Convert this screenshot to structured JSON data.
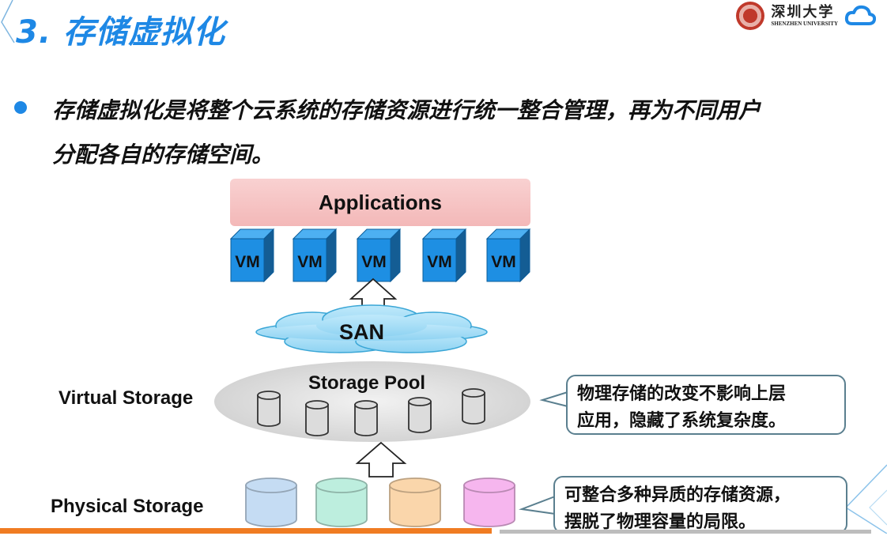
{
  "title": "3. 存储虚拟化",
  "header": {
    "university_cn": "深圳大学",
    "university_en": "SHENZHEN UNIVERSITY"
  },
  "bullet": {
    "line1": "存储虚拟化是将整个云系统的存储资源进行统一整合管理，再为不同用户",
    "line2": "分配各自的存储空间。"
  },
  "diagram": {
    "applications": "Applications",
    "vms": [
      "VM",
      "VM",
      "VM",
      "VM",
      "VM"
    ],
    "san": "SAN",
    "storage_pool": "Storage Pool",
    "virtual_storage": "Virtual Storage",
    "physical_storage": "Physical Storage",
    "physical_colors": [
      "#c5dcf3",
      "#bdeede",
      "#fad6ab",
      "#f6b6ee"
    ],
    "vm_color": "#1e8fe3",
    "callout1": {
      "line1": "物理存储的改变不影响上层",
      "line2": "应用，隐藏了系统复杂度。"
    },
    "callout2": {
      "line1": "可整合多种异质的存储资源，",
      "line2": "摆脱了物理容量的局限。"
    }
  },
  "colors": {
    "accent": "#1e88e5",
    "orange_bar": "#f07c22"
  }
}
